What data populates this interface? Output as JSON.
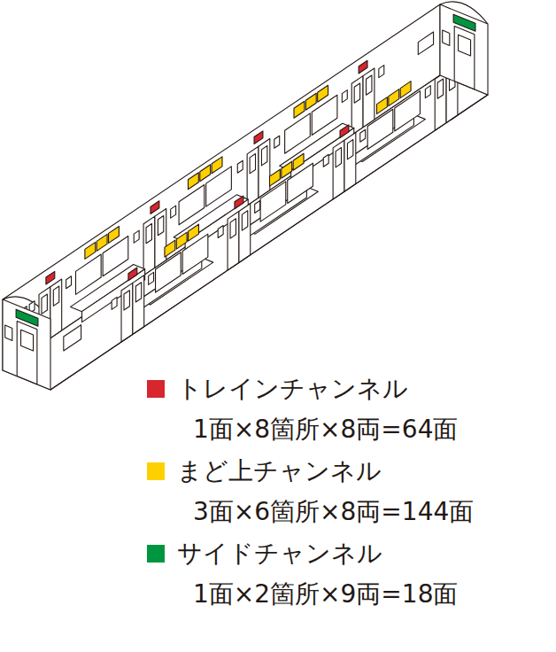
{
  "diagram": {
    "labels": [
      "1面×8箇所×8両=64面",
      "3面×6箇所×8両=144面",
      "1面×2箇所×9両=18面"
    ],
    "legend": [
      {
        "text": "トレインチャンネル",
        "color": "#d7262d"
      },
      {
        "text": "まど上チャンネル",
        "color": "#ffd000"
      },
      {
        "text": "サイドチャンネル",
        "color": "#00963f"
      }
    ]
  }
}
